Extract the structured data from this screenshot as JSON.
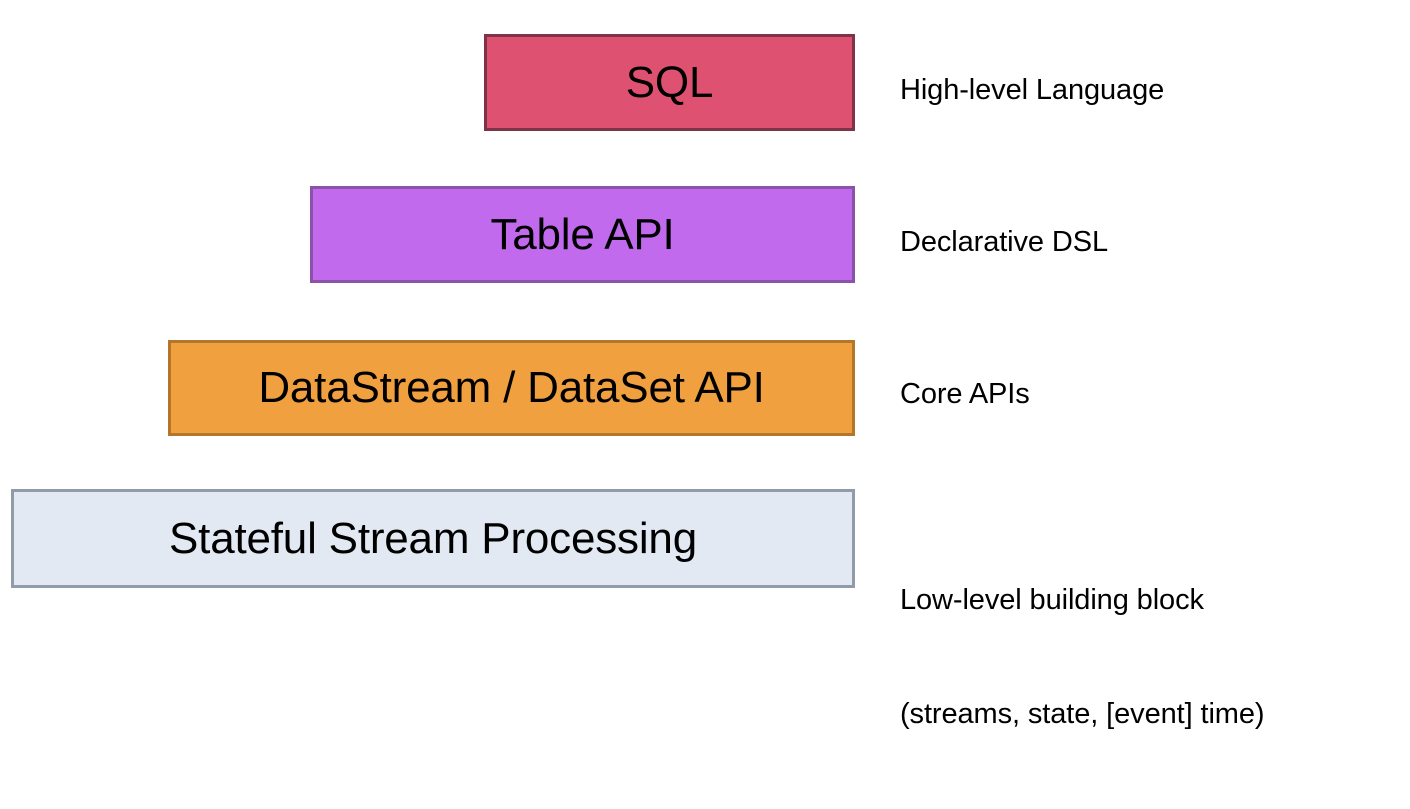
{
  "diagram": {
    "type": "layered-stack",
    "background": "#ffffff",
    "layers": [
      {
        "id": "sql",
        "label": "SQL",
        "note": "High-level Language",
        "fill": "#de5170",
        "border": "#7e3348"
      },
      {
        "id": "table-api",
        "label": "Table API",
        "note": "Declarative DSL",
        "fill": "#c16aee",
        "border": "#8b53a8"
      },
      {
        "id": "datastream",
        "label": "DataStream / DataSet API",
        "note": "Core APIs",
        "fill": "#f0a03f",
        "border": "#b3762a"
      },
      {
        "id": "stateful",
        "label": "Stateful Stream Processing",
        "note_line1": "Low-level building block",
        "note_line2": "(streams, state, [event] time)",
        "fill": "#e2e9f2",
        "border": "#909ca8"
      }
    ]
  }
}
